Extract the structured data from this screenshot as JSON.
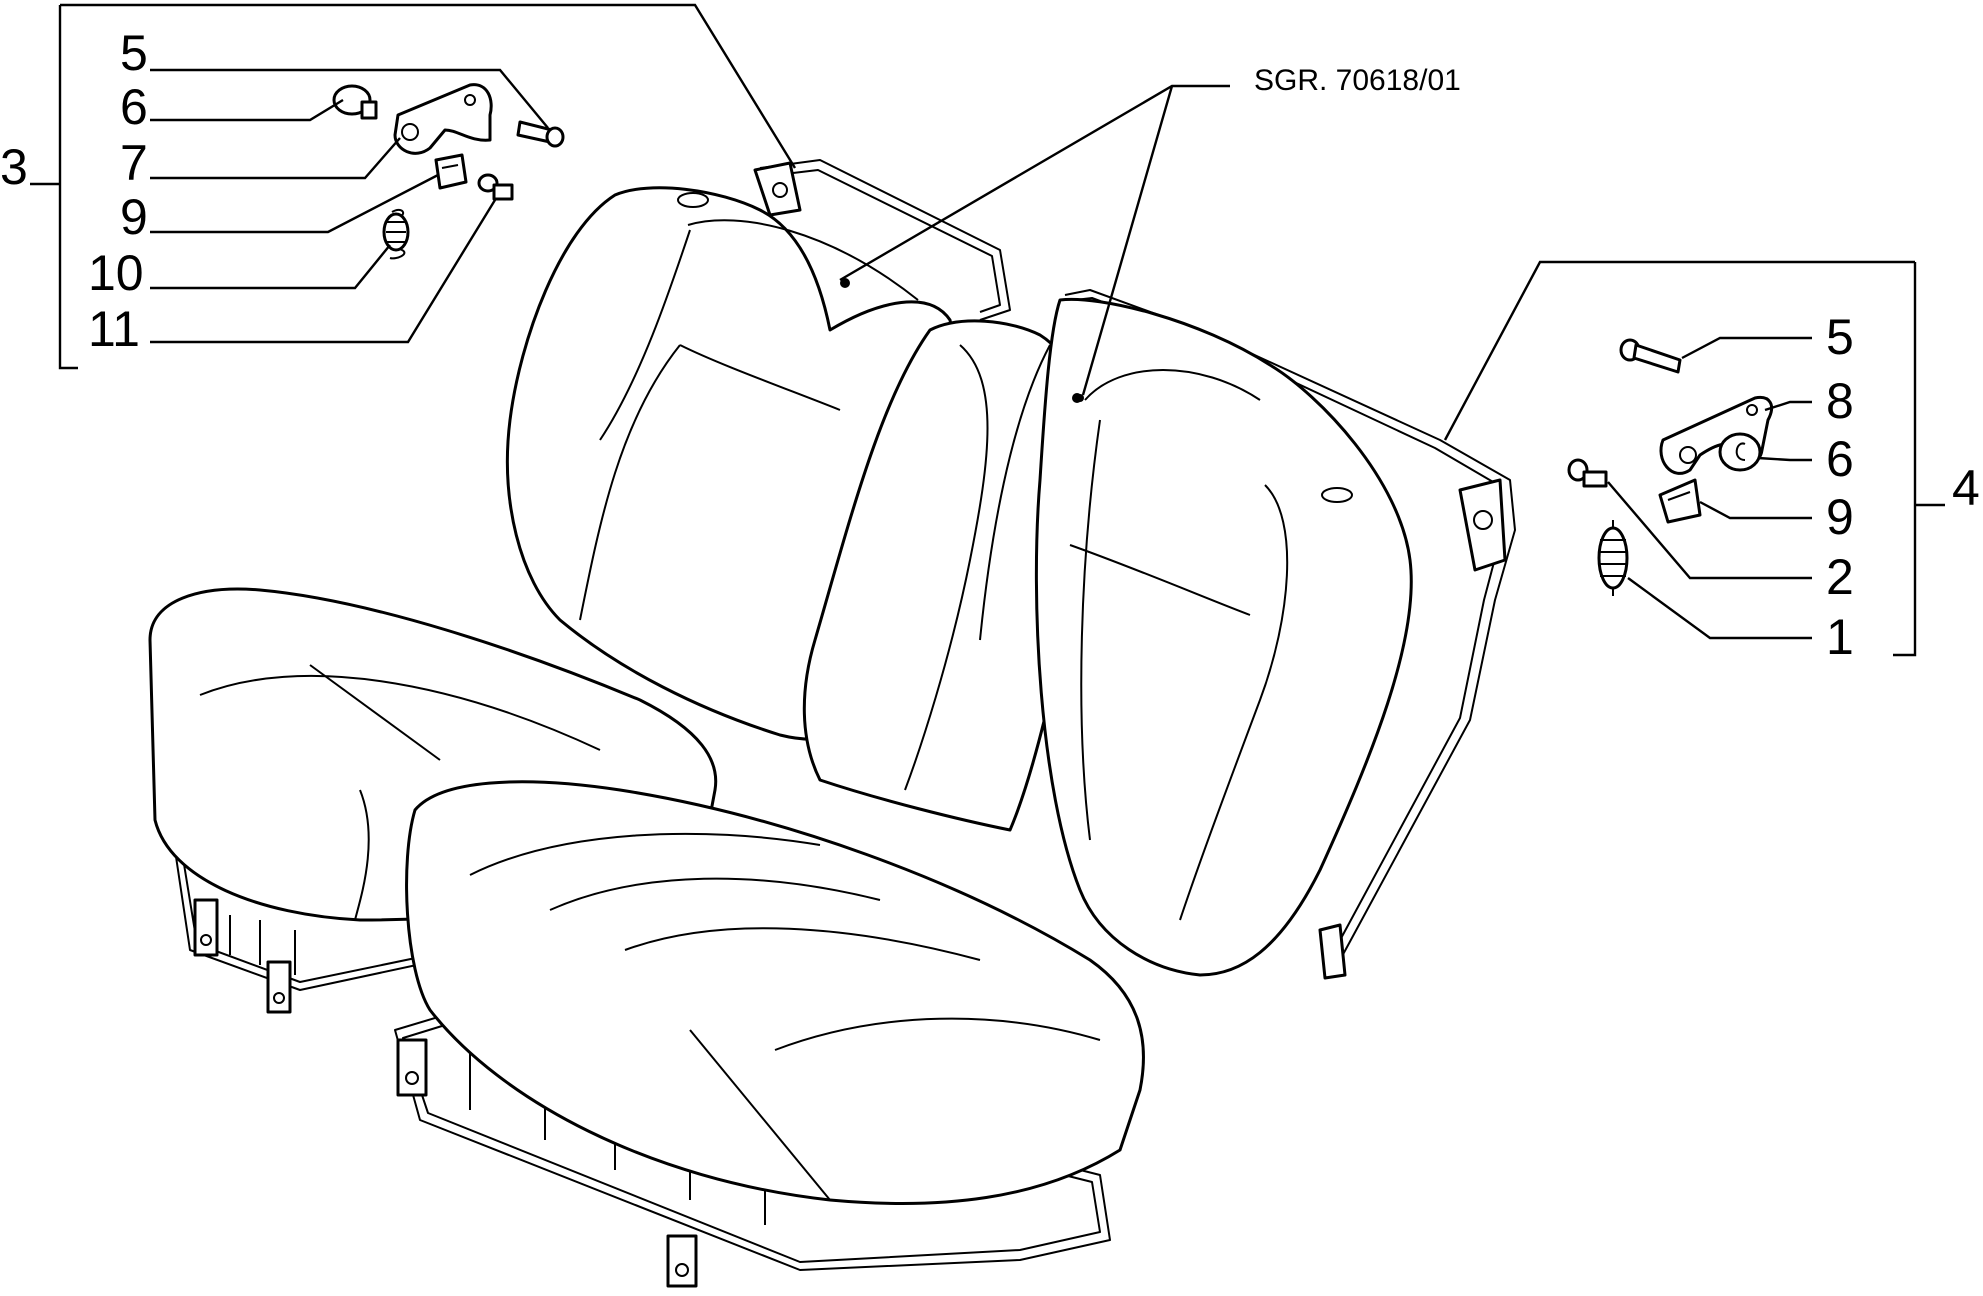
{
  "reference": "SGR. 70618/01",
  "left_group": {
    "group_number": "3",
    "part_numbers": [
      "5",
      "6",
      "7",
      "9",
      "10",
      "11"
    ]
  },
  "right_group": {
    "group_number": "4",
    "part_numbers": [
      "5",
      "8",
      "6",
      "9",
      "2",
      "1"
    ]
  },
  "colors": {
    "line": "#000000",
    "background": "#ffffff"
  }
}
